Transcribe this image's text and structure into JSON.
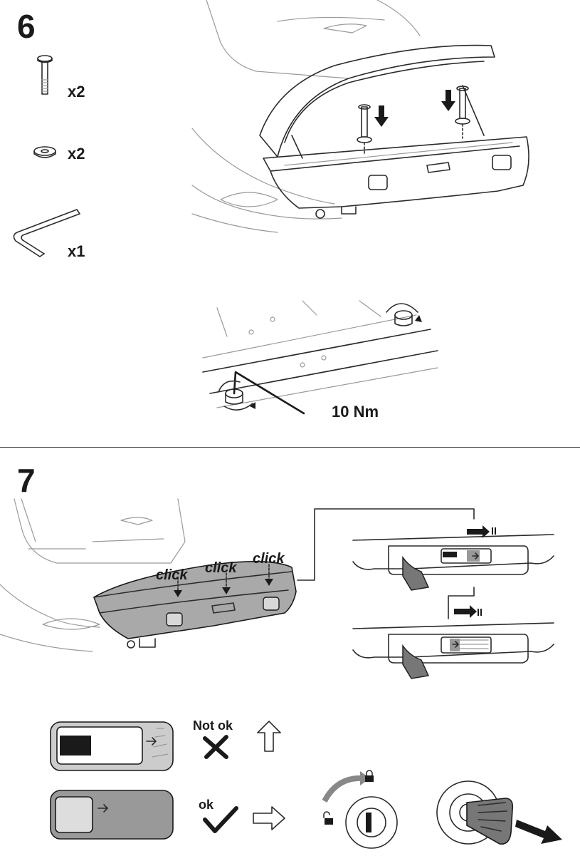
{
  "steps": [
    {
      "number": "6",
      "parts": [
        {
          "icon": "bolt-icon",
          "quantity": "x2"
        },
        {
          "icon": "washer-icon",
          "quantity": "x2"
        },
        {
          "icon": "hex-key-icon",
          "quantity": "x1"
        }
      ],
      "torque": "10 Nm"
    },
    {
      "number": "7",
      "click_labels": [
        "click",
        "click",
        "click"
      ],
      "lock_checks": [
        {
          "status": "Not ok"
        },
        {
          "status": "ok"
        }
      ]
    }
  ]
}
